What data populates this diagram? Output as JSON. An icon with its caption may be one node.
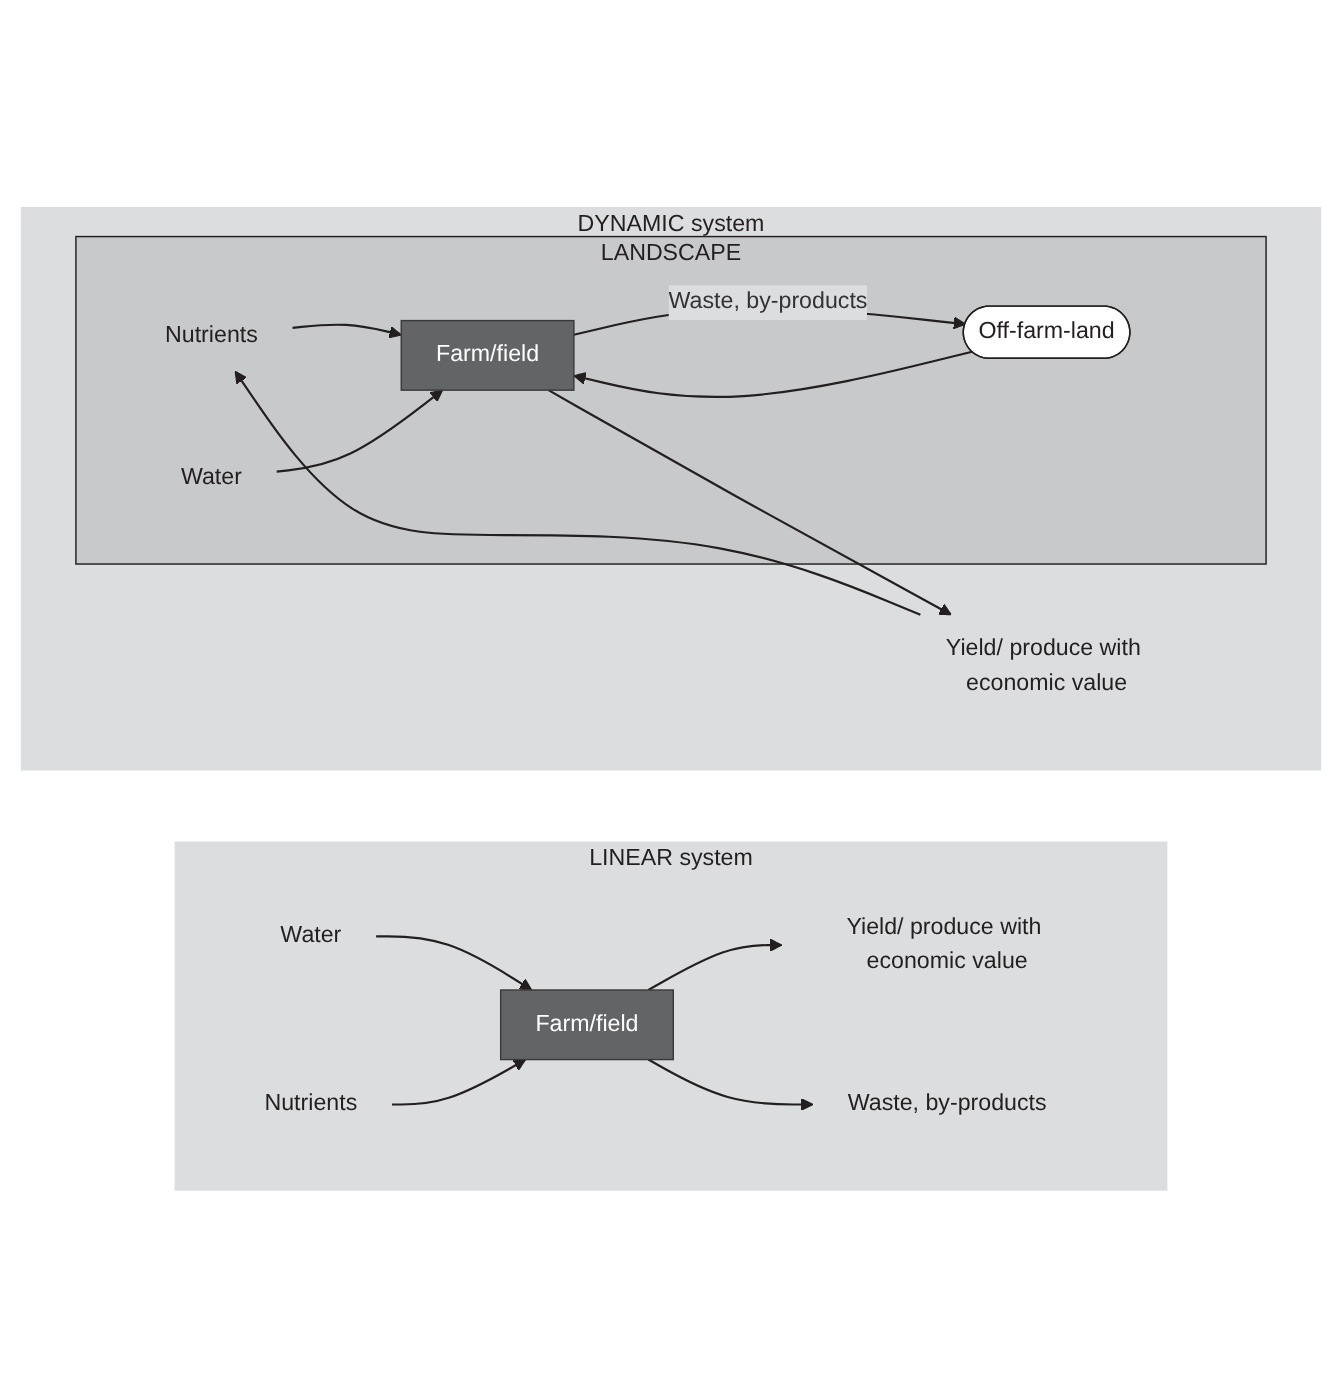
{
  "diagram": {
    "nodes": [
      {
        "text": [
          "LINEAR system"
        ]
      },
      {
        "text": [
          "Water"
        ],
        "in": 0
      },
      {
        "text": [
          "Nutrients"
        ],
        "in": 0
      },
      {
        "text": [
          "Farm/field"
        ],
        "in": 0
      },
      {
        "text": [
          "Yield/ produce with economic value"
        ],
        "in": 0
      },
      {
        "text": [
          "Waste, by-products"
        ],
        "in": 0
      },
      {
        "text": [
          "DYNAMIC system"
        ]
      },
      {
        "text": [
          "LANDSCAPE"
        ],
        "in": 6
      },
      {
        "text": [
          "Nutrients"
        ],
        "in": 7
      },
      {
        "text": [
          "Yield/ produce with economic value"
        ],
        "in": 6
      },
      {
        "text": [
          "Water"
        ],
        "in": 7
      },
      {
        "text": [
          "Farm/field"
        ],
        "in": 7
      },
      {
        "text": [
          "Off-farm-land"
        ],
        "in": 7
      }
    ],
    "edges": [
      {
        "from": 1,
        "to": 3,
        "arrow": "to"
      },
      {
        "from": 2,
        "to": 3,
        "arrow": "to"
      },
      {
        "from": 3,
        "to": 4,
        "arrow": "to"
      },
      {
        "from": 3,
        "to": 5,
        "arrow": "to"
      },
      {
        "from": 8,
        "to": 11,
        "arrow": "to"
      },
      {
        "from": 10,
        "to": 11,
        "arrow": "to"
      },
      {
        "from": 11,
        "to": 9,
        "arrow": "to"
      },
      {
        "from": 9,
        "to": 8,
        "arrow": "to"
      },
      {
        "from": 11,
        "to": 12,
        "arrow": "to",
        "label": "Waste, by-products"
      },
      {
        "from": 12,
        "to": 11,
        "arrow": "to"
      }
    ]
  }
}
